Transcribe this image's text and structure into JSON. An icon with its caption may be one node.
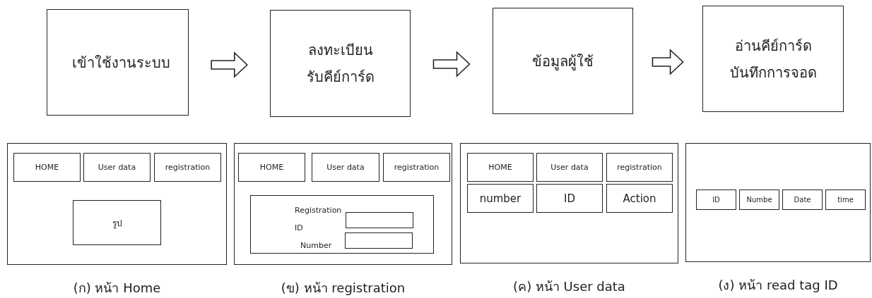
{
  "diagram": {
    "nodes": [
      {
        "text": [
          "เข้าใช้งานระบบ"
        ]
      },
      {
        "text": [
          "ลงทะเบียน รับคีย์การ์ด"
        ]
      },
      {
        "text": [
          "ข้อมูลผู้ใช้"
        ]
      },
      {
        "text": [
          "อ่านคีย์การ์ด บันทึกการจอด"
        ]
      },
      {
        "text": [],
        "shape": "box",
        "beside": [
          "(ก) หน้า Home"
        ]
      },
      {
        "text": [
          "HOME"
        ],
        "in": 4
      },
      {
        "text": [
          "User data"
        ],
        "in": 4
      },
      {
        "text": [
          "registration"
        ],
        "in": 4
      },
      {
        "text": [
          "รูป"
        ],
        "in": 4
      },
      {
        "text": [],
        "shape": "box",
        "beside": [
          "(ข) หน้า registration"
        ]
      },
      {
        "text": [
          "HOME"
        ],
        "in": 9
      },
      {
        "text": [
          "User data"
        ],
        "in": 9
      },
      {
        "text": [
          "registration"
        ],
        "in": 9
      },
      {
        "text": [
          "Registration",
          "ID",
          "Number"
        ],
        "in": 9
      },
      {
        "text": [],
        "shape": "box",
        "in": 13
      },
      {
        "text": [],
        "shape": "box",
        "in": 13
      },
      {
        "text": [],
        "shape": "box",
        "beside": [
          "(ค) หน้า User data"
        ]
      },
      {
        "text": [
          "HOME"
        ],
        "in": 16
      },
      {
        "text": [
          "User data"
        ],
        "in": 16
      },
      {
        "text": [
          "registration"
        ],
        "in": 16
      },
      {
        "text": [
          "number"
        ],
        "in": 16
      },
      {
        "text": [
          "ID"
        ],
        "in": 16
      },
      {
        "text": [
          "Action"
        ],
        "in": 16
      },
      {
        "text": [],
        "shape": "box",
        "beside": [
          "(ง) หน้า read tag ID"
        ]
      },
      {
        "text": [
          "ID"
        ],
        "in": 23
      },
      {
        "text": [
          "Numbe"
        ],
        "in": 23
      },
      {
        "text": [
          "Date"
        ],
        "in": 23
      },
      {
        "text": [
          "time"
        ],
        "in": 23
      }
    ],
    "edges": [
      {
        "from": 0,
        "to": 1,
        "arrow": "to"
      },
      {
        "from": 1,
        "to": 2,
        "arrow": "to"
      },
      {
        "from": 2,
        "to": 3,
        "arrow": "to"
      }
    ]
  }
}
